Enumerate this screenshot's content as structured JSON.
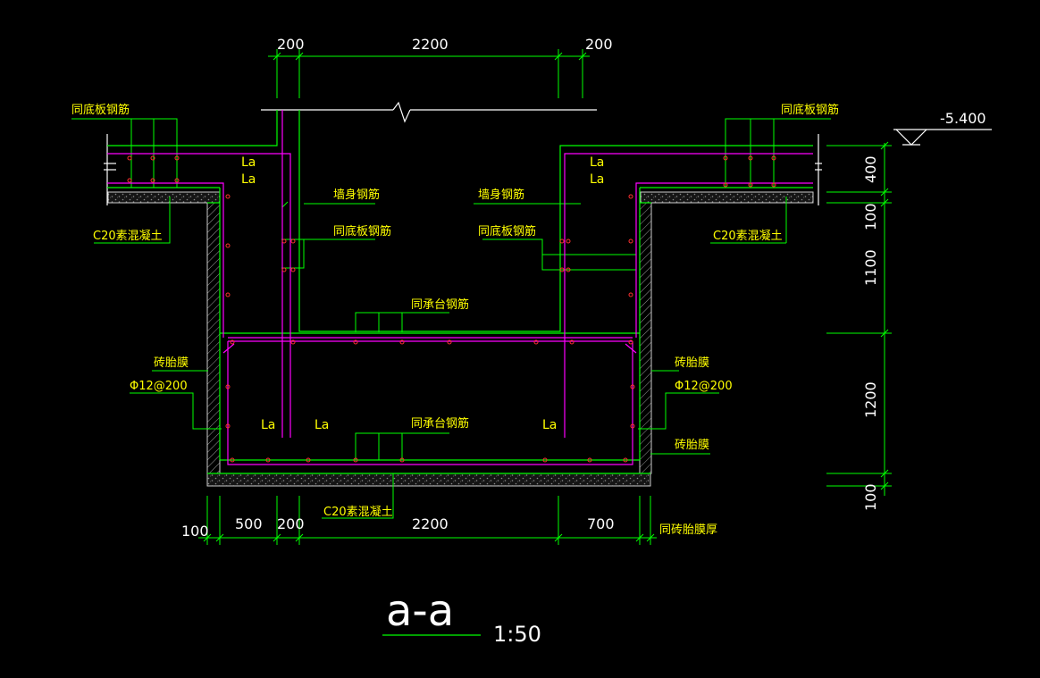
{
  "colors": {
    "background": "#000000",
    "dimension": "#00ff00",
    "rebar": "#ff00ff",
    "label": "#ffff00",
    "outline": "#ffffff",
    "rebar_dot": "#ff2020",
    "hatch": "#999999"
  },
  "dimensions": {
    "top": [
      "200",
      "2200",
      "200"
    ],
    "bottom": [
      "100",
      "500",
      "200",
      "2200",
      "700"
    ],
    "right": [
      "400",
      "100",
      "1100",
      "1200",
      "100"
    ]
  },
  "elevation": "-5.400",
  "labels": {
    "slab_rebar_left": "同底板钢筋",
    "slab_rebar_right": "同底板钢筋",
    "wall_rebar_left": "墙身钢筋",
    "wall_rebar_right": "墙身钢筋",
    "slab_rebar_mid_left": "同底板钢筋",
    "slab_rebar_mid_right": "同底板钢筋",
    "concrete_left": "C20素混凝土",
    "concrete_right": "C20素混凝土",
    "concrete_bottom": "C20素混凝土",
    "cap_rebar_top": "同承台钢筋",
    "cap_rebar_bottom": "同承台钢筋",
    "brick_mold_left": "砖胎膜",
    "brick_mold_right": "砖胎膜",
    "brick_mold_right_lower": "砖胎膜",
    "rebar_spec_left": "Φ12@200",
    "rebar_spec_right": "Φ12@200",
    "same_brick_thickness": "同砖胎膜厚",
    "anchor": "La"
  },
  "title": {
    "name": "a-a",
    "scale": "1:50"
  }
}
